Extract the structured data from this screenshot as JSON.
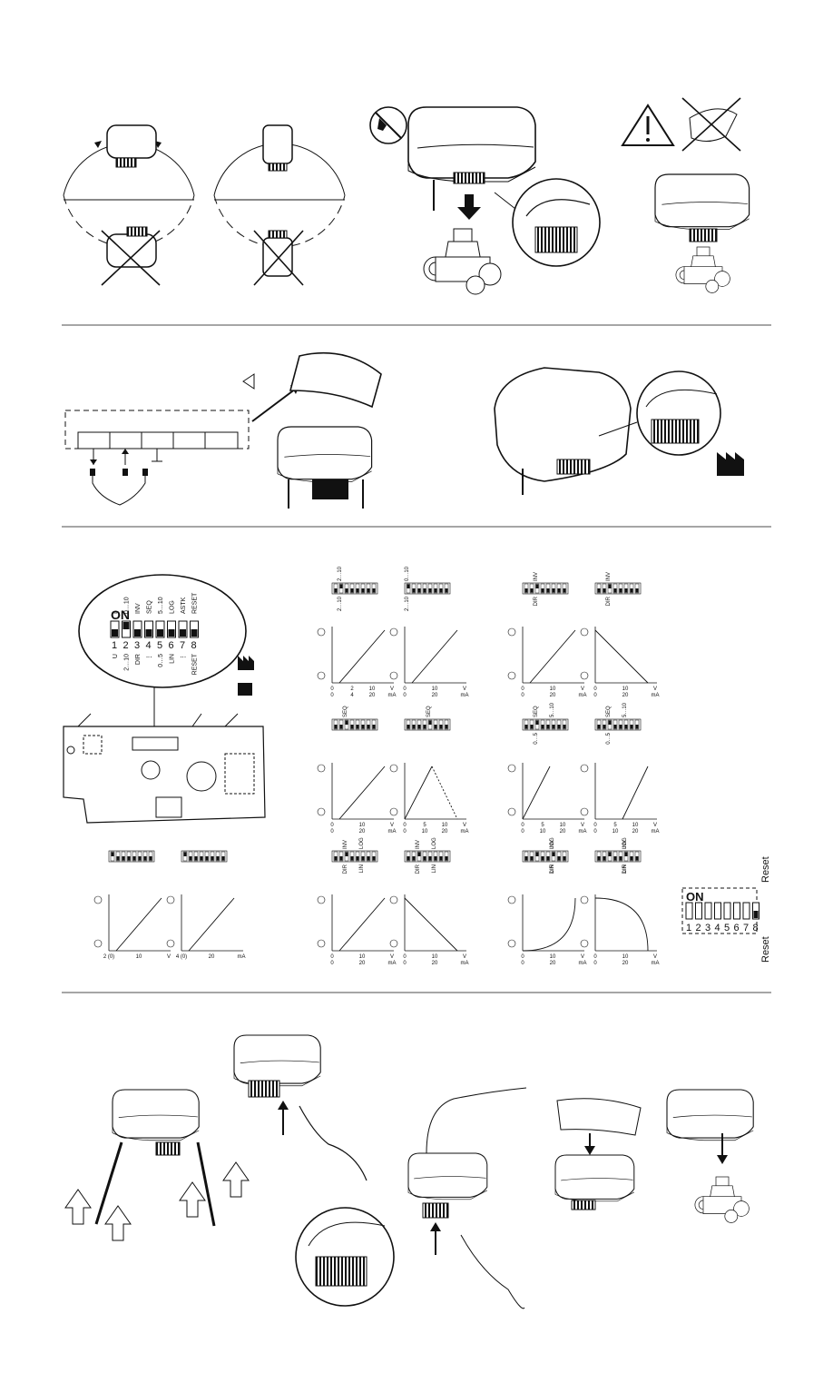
{
  "dip": {
    "on": "ON",
    "numbers": [
      "1",
      "2",
      "3",
      "4",
      "5",
      "6",
      "7",
      "8"
    ],
    "top_labels": [
      "I",
      "0…10",
      "INV",
      "SEQ",
      "5…10",
      "LOG",
      "ASTK",
      "RESET"
    ],
    "bottom_labels": [
      "U",
      "2…10",
      "DIR",
      "⋮",
      "0…5",
      "LIN",
      "⋮",
      "RESET"
    ]
  },
  "reset": {
    "label": "Reset",
    "on": "ON",
    "numbers": [
      "1",
      "2",
      "3",
      "4",
      "5",
      "6",
      "7",
      "8"
    ]
  },
  "graphs": {
    "r1": [
      {
        "tag": "2…10",
        "sub": "2…10",
        "xt": [
          "0",
          "2",
          "10",
          "V"
        ],
        "mt": [
          "0",
          "4",
          "20",
          "mA"
        ]
      },
      {
        "tag": "0…10",
        "sub": "2…10",
        "xt": [
          "0",
          "10",
          "V"
        ],
        "mt": [
          "0",
          "20",
          "mA"
        ]
      },
      {
        "tag": "INV",
        "sub": "DIR",
        "xt": [
          "0",
          "10",
          "V"
        ],
        "mt": [
          "0",
          "20",
          "mA"
        ]
      },
      {
        "tag": "INV",
        "sub": "DIR",
        "xt": [
          "0",
          "10",
          "V"
        ],
        "mt": [
          "0",
          "20",
          "mA"
        ]
      }
    ],
    "r2": [
      {
        "tag": "SEQ",
        "xt": [
          "0",
          "10",
          "V"
        ],
        "mt": [
          "0",
          "20",
          "mA"
        ]
      },
      {
        "tag": "SEQ",
        "xt": [
          "0",
          "5",
          "10",
          "V"
        ],
        "mt": [
          "0",
          "10",
          "20",
          "mA"
        ]
      },
      {
        "tag": "SEQ",
        "tag2": "5…10",
        "sub": "0…5",
        "xt": [
          "0",
          "5",
          "10",
          "V"
        ],
        "mt": [
          "0",
          "10",
          "20",
          "mA"
        ]
      },
      {
        "tag": "SEQ",
        "tag2": "5…10",
        "sub": "0…5",
        "xt": [
          "0",
          "5",
          "10",
          "V"
        ],
        "mt": [
          "0",
          "10",
          "20",
          "mA"
        ]
      }
    ],
    "r3": [
      {
        "xt": [
          "2 (0)",
          "10",
          "V"
        ]
      },
      {
        "xt": [
          "4 (0)",
          "20",
          "mA"
        ]
      },
      {
        "tag": "INV",
        "tag2": "LOG",
        "sub": "DIR",
        "sub2": "LIN",
        "xt": [
          "0",
          "10",
          "V"
        ],
        "mt": [
          "0",
          "20",
          "mA"
        ]
      },
      {
        "tag": "INV",
        "tag2": "LOG",
        "sub": "DIR",
        "sub2": "LIN",
        "xt": [
          "0",
          "10",
          "V"
        ],
        "mt": [
          "0",
          "20",
          "mA"
        ]
      },
      {
        "tag": "INV",
        "tag2": "LOG",
        "sub": "DIR",
        "sub2": "LIN",
        "xt": [
          "0",
          "10",
          "V"
        ],
        "mt": [
          "0",
          "20",
          "mA"
        ]
      },
      {
        "tag": "INV",
        "tag2": "LOG",
        "sub": "DIR",
        "sub2": "LIN",
        "xt": [
          "0",
          "10",
          "V"
        ],
        "mt": [
          "0",
          "20",
          "mA"
        ]
      }
    ]
  }
}
